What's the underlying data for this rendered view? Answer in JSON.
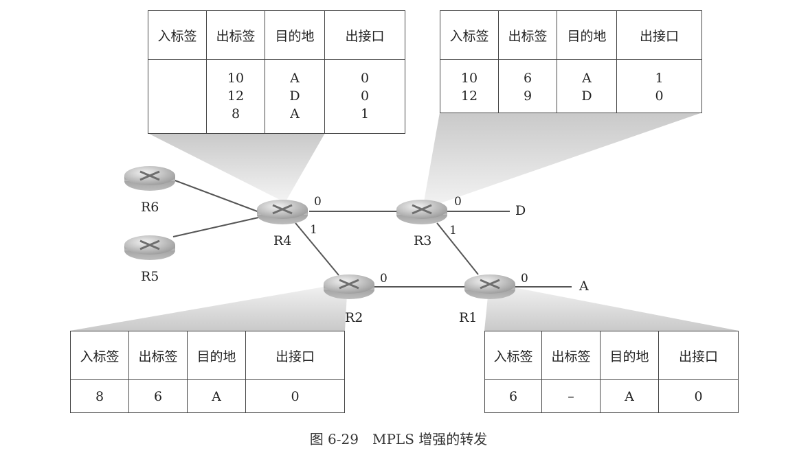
{
  "headers": [
    "入标签",
    "出标签",
    "目的地",
    "出接口"
  ],
  "tables": {
    "r4": {
      "rows": [
        [
          "",
          "10",
          "A",
          "0"
        ],
        [
          "",
          "12",
          "D",
          "0"
        ],
        [
          "",
          "8",
          "A",
          "1"
        ]
      ]
    },
    "r3": {
      "rows": [
        [
          "10",
          "6",
          "A",
          "1"
        ],
        [
          "12",
          "9",
          "D",
          "0"
        ]
      ]
    },
    "r2": {
      "rows": [
        [
          "8",
          "6",
          "A",
          "0"
        ]
      ]
    },
    "r1": {
      "rows": [
        [
          "6",
          "–",
          "A",
          "0"
        ]
      ]
    }
  },
  "routers": {
    "r1": "R1",
    "r2": "R2",
    "r3": "R3",
    "r4": "R4",
    "r5": "R5",
    "r6": "R6"
  },
  "destinations": {
    "d": "D",
    "a": "A"
  },
  "ports": {
    "r4_0": "0",
    "r4_1": "1",
    "r3_0": "0",
    "r3_1": "1",
    "r2_0": "0",
    "r1_0": "0"
  },
  "caption": "图 6-29　MPLS 增强的转发"
}
